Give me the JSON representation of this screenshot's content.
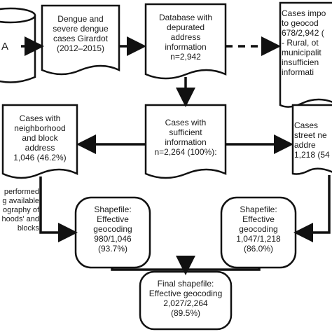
{
  "nodes": {
    "db_label": "A",
    "dengue_cases": "Dengue and\nsevere dengue\ncases Girardot\n(2012–2015)",
    "database": "Database with\ndepurated\naddress\ninformation\nn=2,942",
    "impossible": "Cases impo\nto geocod\n678/2,942 (\n- Rural, ot\nmunicipalit\ninsufficien\ninformati",
    "sufficient": "Cases with\nsufficient\ninformation\nn=2,264 (100%):",
    "neighborhood": "Cases with\nneighborhood\nand block\naddress\n1,046 (46.2%)",
    "street": "Cases \nstreet ne\naddre\n1,218 (54",
    "shapefile_left": "Shapefile:\nEffective\ngeocoding\n980/1,046\n(93.7%)",
    "shapefile_right": "Shapefile:\nEffective\ngeocoding\n1,047/1,218\n(86.0%)",
    "final": "Final shapefile:\nEffective geocoding\n2,027/2,264\n(89.5%)",
    "note_left": "performed\ng available\nography of\nhoods' and\nblocks"
  }
}
